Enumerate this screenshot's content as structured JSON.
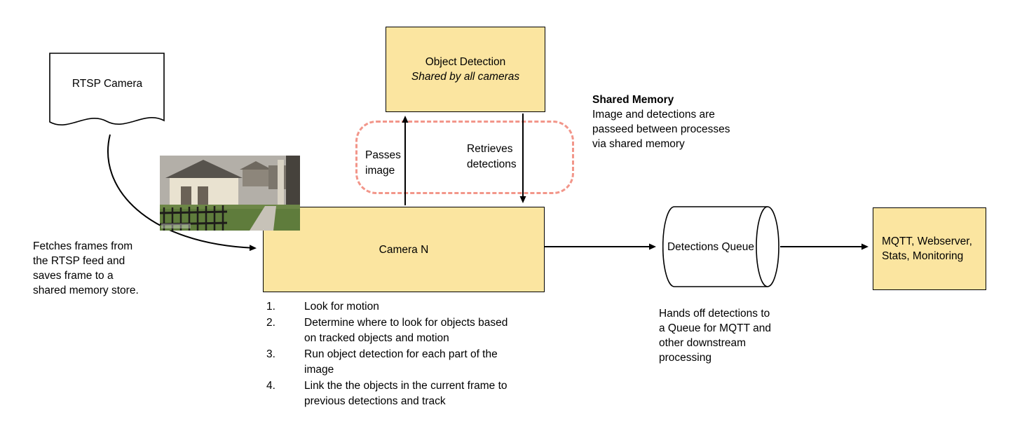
{
  "colors": {
    "node_fill": "#FBE5A0",
    "node_border": "#000000",
    "dashed_box": "#F2968A",
    "arrow": "#000000"
  },
  "nodes": {
    "rtsp_camera": {
      "label": "RTSP Camera"
    },
    "object_detection": {
      "title": "Object Detection",
      "subtitle": "Shared by all cameras"
    },
    "camera_n": {
      "label": "Camera N"
    },
    "detections_queue": {
      "label": "Detections Queue"
    },
    "outputs": {
      "label": "MQTT, Webserver, Stats, Monitoring"
    }
  },
  "edges": {
    "passes_image": {
      "label": "Passes image"
    },
    "retrieves_detections": {
      "label": "Retrieves detections"
    }
  },
  "notes": {
    "fetch": "Fetches frames from the RTSP feed and saves frame to a shared memory store.",
    "shared_memory_title": "Shared Memory",
    "shared_memory_body": "Image and detections are passeed between processes via shared memory",
    "queue_handoff": "Hands off detections to a Queue for MQTT and other downstream processing"
  },
  "camera_steps": [
    "Look for motion",
    "Determine where to look for objects based on tracked objects and motion",
    "Run object detection for each part of the image",
    "Link the the objects in the current frame to previous detections and track"
  ]
}
